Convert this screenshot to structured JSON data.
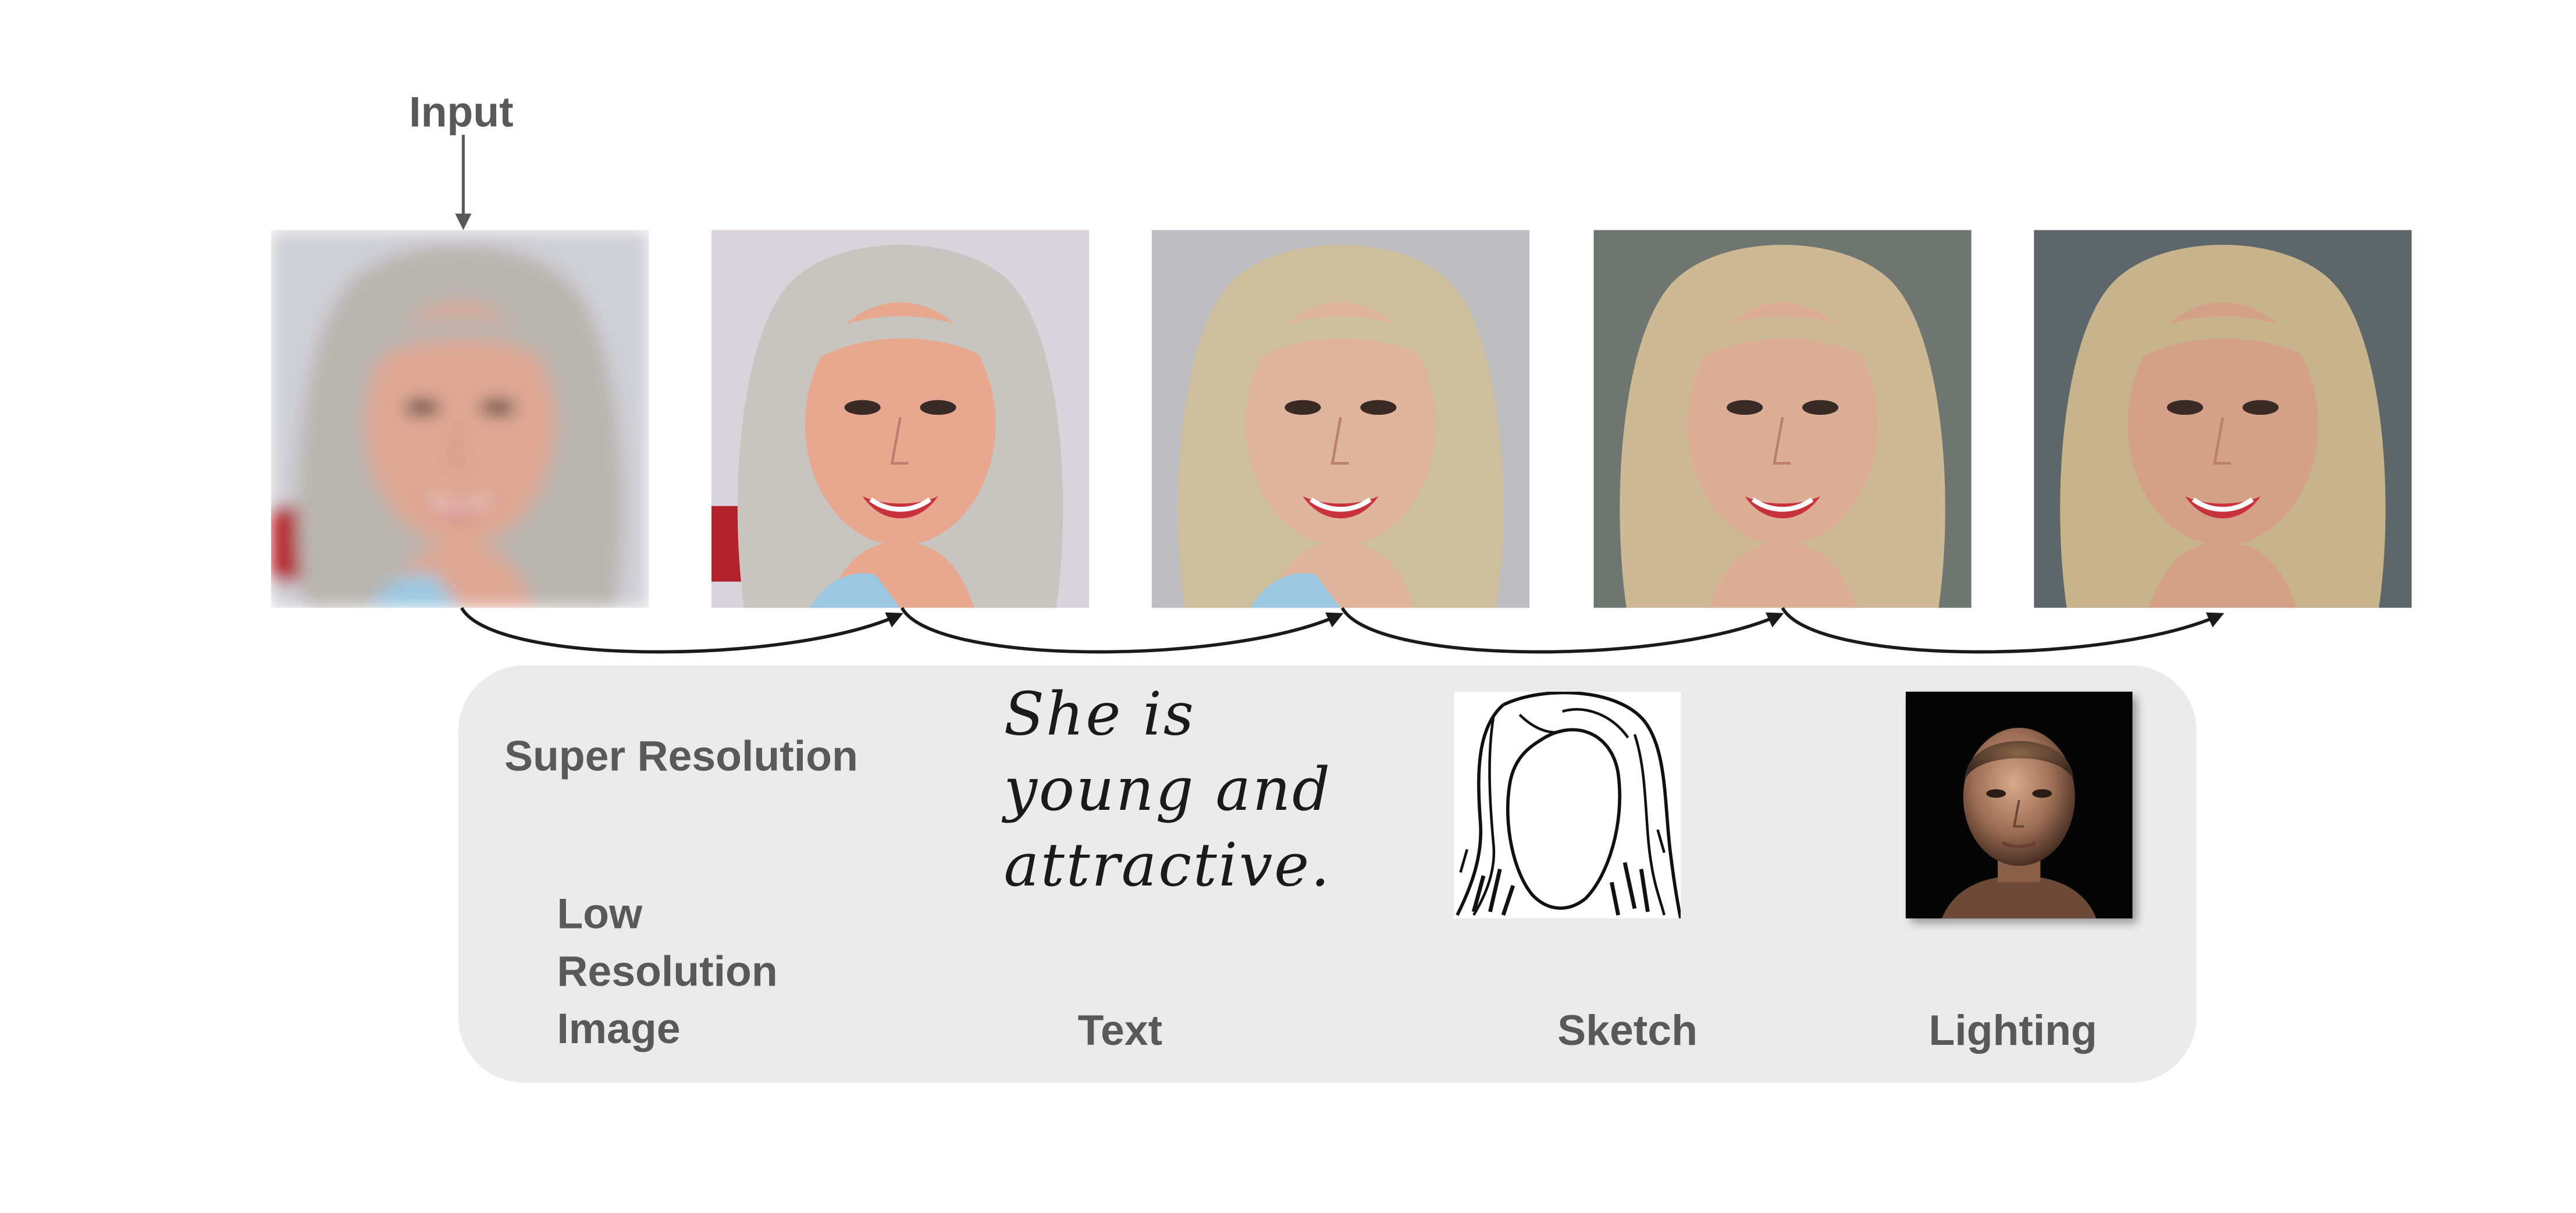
{
  "input_label": "Input",
  "tiles": [
    {
      "name": "input-lowres-face",
      "hair": "#b9b5b0",
      "bg": "#cfcfd6",
      "skin": "#dea894",
      "blur": true
    },
    {
      "name": "superres-face",
      "hair": "#c8c4c0",
      "bg": "#d9d4dc",
      "skin": "#e8a890",
      "blur": false
    },
    {
      "name": "text-edited-face",
      "hair": "#cdbf9e",
      "bg": "#bdbdc2",
      "skin": "#dfb49c",
      "blur": false
    },
    {
      "name": "sketch-edited-face",
      "hair": "#cdb994",
      "bg": "#6f7672",
      "skin": "#dcae96",
      "blur": false
    },
    {
      "name": "lighting-edited-face",
      "hair": "#c8b48c",
      "bg": "#5d6668",
      "skin": "#d4a088",
      "blur": false
    }
  ],
  "conditions": {
    "super_resolution": {
      "title": "Super Resolution",
      "caption_lines": [
        "Low",
        "Resolution",
        "Image"
      ]
    },
    "text": {
      "prompt_lines": [
        "She is",
        "young and",
        "attractive."
      ],
      "caption": "Text"
    },
    "sketch": {
      "caption": "Sketch"
    },
    "lighting": {
      "caption": "Lighting"
    }
  },
  "colors": {
    "label": "#595959",
    "panel": "#ebebeb",
    "arrow": "#1a1a1a"
  }
}
